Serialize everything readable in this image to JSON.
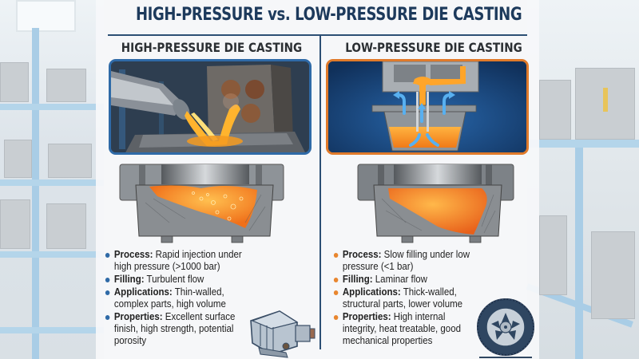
{
  "title": "HIGH-PRESSURE vs. LOW-PRESSURE DIE CASTING",
  "colors": {
    "title": "#1d3a5c",
    "high_accent": "#2f6aa7",
    "low_accent": "#e07a2a",
    "molten": "#f5a020"
  },
  "high_pressure": {
    "heading": "HIGH-PRESSURE DIE CASTING",
    "photo": "molten-metal-injection-photo",
    "cross_section": "turbulent-fill-cross-section-with-porosity",
    "part_icon": "transmission-housing-icon",
    "bullets": [
      {
        "label": "Process:",
        "text": "Rapid injection under high pressure (>1000 bar)"
      },
      {
        "label": "Filling:",
        "text": "Turbulent flow"
      },
      {
        "label": "Applications:",
        "text": "Thin-walled, complex parts, high volume"
      },
      {
        "label": "Properties:",
        "text": "Excellent surface finish, high strength, potential porosity"
      }
    ]
  },
  "low_pressure": {
    "heading": "LOW-PRESSURE DIE CASTING",
    "photo": "bottom-fill-furnace-diagram",
    "cross_section": "laminar-fill-cross-section",
    "part_icon": "alloy-wheel-icon",
    "bullets": [
      {
        "label": "Process:",
        "text": "Slow filling under low pressure (<1 bar)"
      },
      {
        "label": "Filling:",
        "text": "Laminar flow"
      },
      {
        "label": "Applications:",
        "text": "Thick-walled, structural parts, lower volume"
      },
      {
        "label": "Properties:",
        "text": "High internal integrity, heat treatable, good mechanical properties"
      }
    ]
  }
}
